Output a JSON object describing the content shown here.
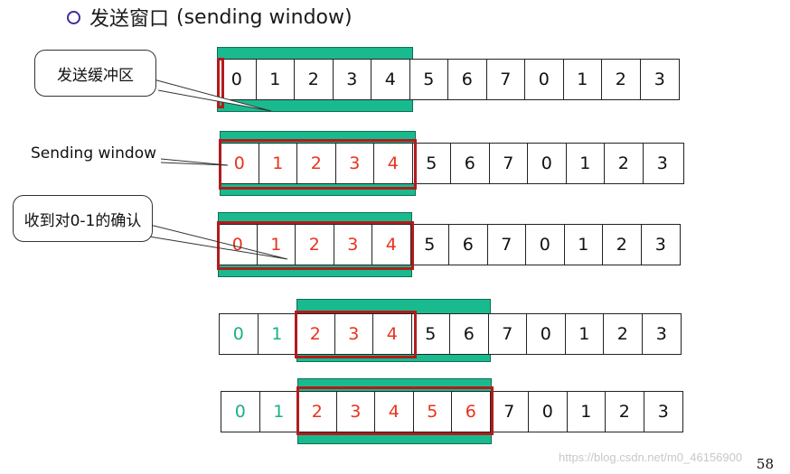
{
  "title": {
    "zh": "发送窗口",
    "en": "(sending window)"
  },
  "callouts": {
    "buffer": "发送缓冲区",
    "sending_window": "Sending window",
    "ack": "收到对0-1的确认"
  },
  "sequence": [
    "0",
    "1",
    "2",
    "3",
    "4",
    "5",
    "6",
    "7",
    "0",
    "1",
    "2",
    "3"
  ],
  "rows": [
    {
      "id": "row1",
      "colors": [
        "black",
        "black",
        "black",
        "black",
        "black",
        "black",
        "black",
        "black",
        "black",
        "black",
        "black",
        "black"
      ]
    },
    {
      "id": "row2",
      "colors": [
        "red",
        "red",
        "red",
        "red",
        "red",
        "black",
        "black",
        "black",
        "black",
        "black",
        "black",
        "black"
      ]
    },
    {
      "id": "row3",
      "colors": [
        "red",
        "red",
        "red",
        "red",
        "red",
        "black",
        "black",
        "black",
        "black",
        "black",
        "black",
        "black"
      ]
    },
    {
      "id": "row4",
      "colors": [
        "teal",
        "teal",
        "red",
        "red",
        "red",
        "black",
        "black",
        "black",
        "black",
        "black",
        "black",
        "black"
      ]
    },
    {
      "id": "row5",
      "colors": [
        "teal",
        "teal",
        "red",
        "red",
        "red",
        "red",
        "red",
        "black",
        "black",
        "black",
        "black",
        "black"
      ]
    }
  ],
  "colors": {
    "band": "#1aba8f",
    "window": "#b31b1b",
    "red_text": "#e8321e",
    "teal_text": "#19b08a"
  },
  "page_number": "58",
  "watermark": "https://blog.csdn.net/m0_46156900"
}
